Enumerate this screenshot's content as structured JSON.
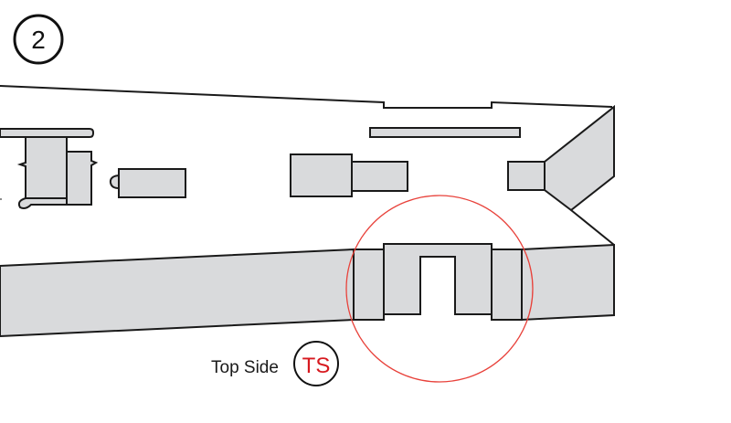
{
  "step": {
    "number": "2"
  },
  "legend": {
    "label": "Top Side",
    "badge": "TS",
    "badge_color": "#d7191f"
  },
  "callout": {
    "color": "#e8413a"
  },
  "colors": {
    "fill": "#d9dadc",
    "stroke": "#1a1a1a"
  }
}
